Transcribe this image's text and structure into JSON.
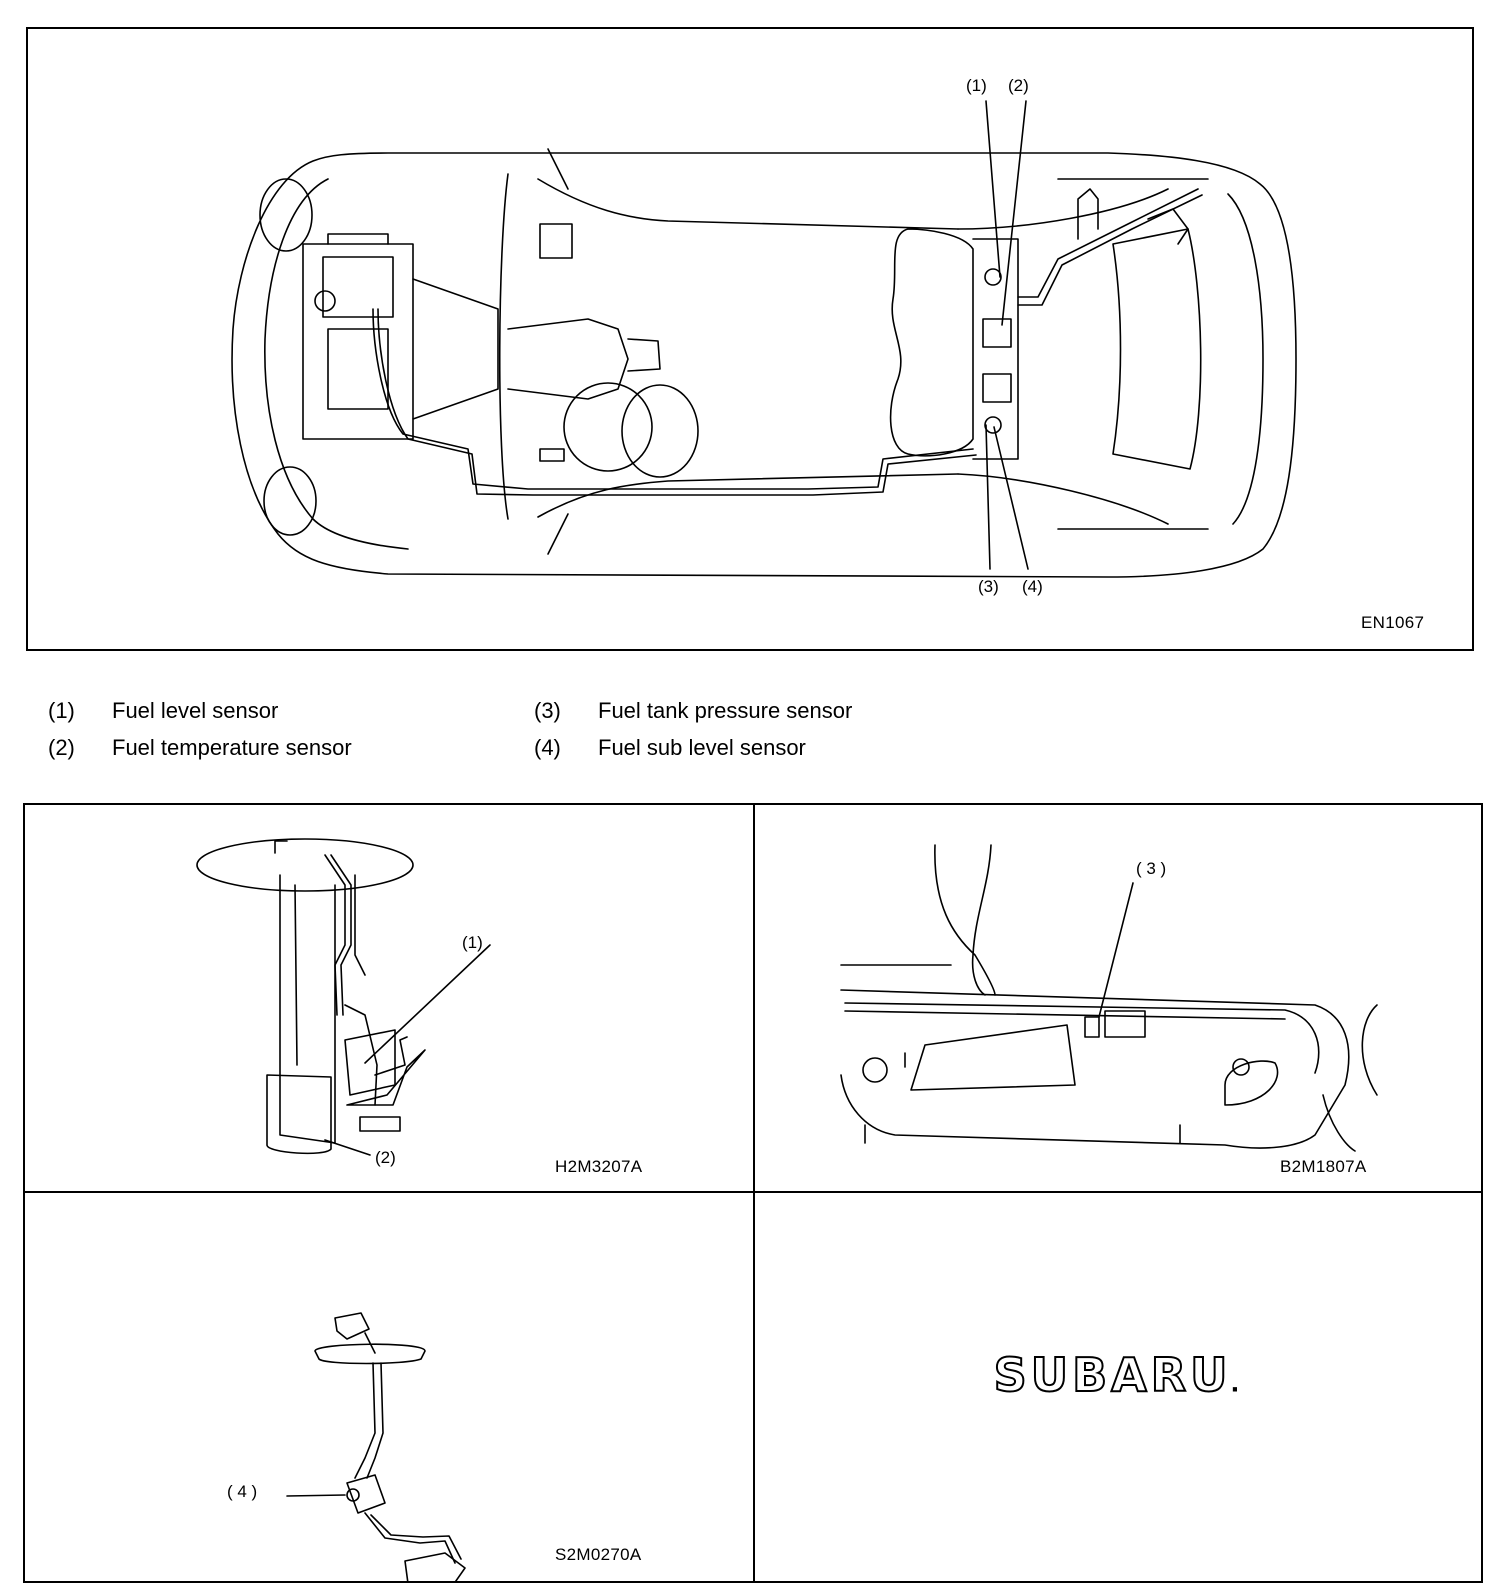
{
  "top_figure": {
    "code": "EN1067",
    "callouts": [
      "(1)",
      "(2)",
      "(3)",
      "(4)"
    ]
  },
  "legend": [
    {
      "num": "(1)",
      "label": "Fuel level sensor"
    },
    {
      "num": "(2)",
      "label": "Fuel temperature sensor"
    },
    {
      "num": "(3)",
      "label": "Fuel tank pressure sensor"
    },
    {
      "num": "(4)",
      "label": "Fuel sub level sensor"
    }
  ],
  "panels": {
    "fuel_pump": {
      "code": "H2M3207A",
      "callouts": [
        "(1)",
        "(2)"
      ]
    },
    "tank_top": {
      "code": "B2M1807A",
      "callout": "( 3 )"
    },
    "sub_level": {
      "code": "S2M0270A",
      "callout": "( 4 )"
    },
    "logo": {
      "text": "SUBARU",
      "mark": "."
    }
  }
}
